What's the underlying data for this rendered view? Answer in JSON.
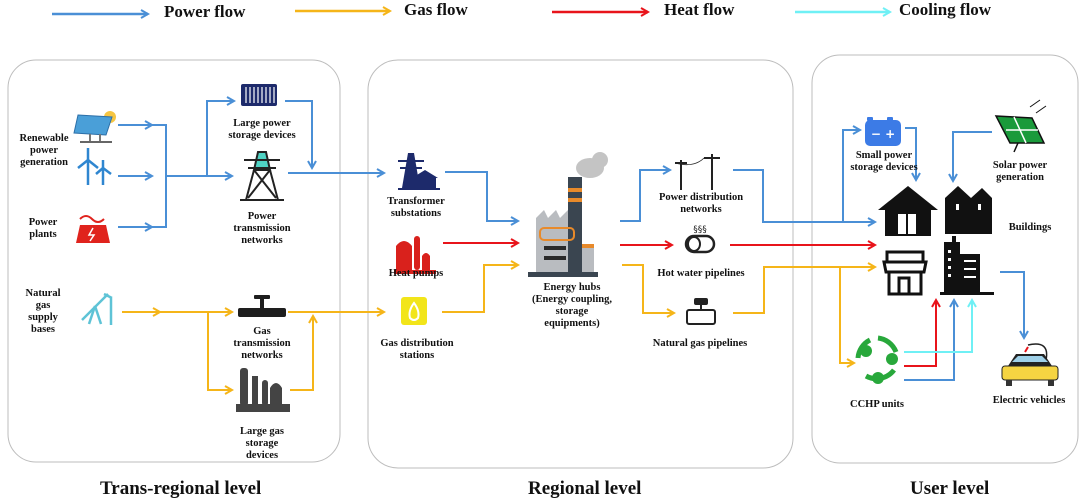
{
  "colors": {
    "power": "#4a8fd6",
    "gas": "#f5b519",
    "heat": "#e8141b",
    "cooling": "#6ff0f5",
    "panel_border": "#bdbdbd"
  },
  "legend": [
    {
      "label": "Power flow",
      "type": "power"
    },
    {
      "label": "Gas flow",
      "type": "gas"
    },
    {
      "label": "Heat flow",
      "type": "heat"
    },
    {
      "label": "Cooling flow",
      "type": "cooling"
    }
  ],
  "levels": {
    "trans_regional": "Trans-regional level",
    "regional": "Regional level",
    "user": "User level"
  },
  "nodes": {
    "renewable": "Renewable\npower\ngeneration",
    "power_plants": "Power\nplants",
    "large_power_storage": "Large power\nstorage devices",
    "power_transmission": "Power\ntransmission\nnetworks",
    "natural_gas_supply": "Natural\ngas\nsupply\nbases",
    "gas_transmission": "Gas\ntransmission\nnetworks",
    "large_gas_storage": "Large gas\nstorage\ndevices",
    "transformer": "Transformer\nsubstations",
    "heat_pumps": "Heat pumps",
    "gas_distribution": "Gas distribution\nstations",
    "energy_hubs": "Energy hubs\n(Energy coupling,\nstorage\nequipments)",
    "power_distribution": "Power distribution\nnetworks",
    "hot_water": "Hot water pipelines",
    "natural_gas_pipelines": "Natural gas pipelines",
    "small_power_storage": "Small power\nstorage devices",
    "solar": "Solar power\ngeneration",
    "buildings": "Buildings",
    "cchp": "CCHP units",
    "ev": "Electric vehicles"
  },
  "icons": {
    "battery_sign": "− +",
    "steam": "§§§"
  }
}
